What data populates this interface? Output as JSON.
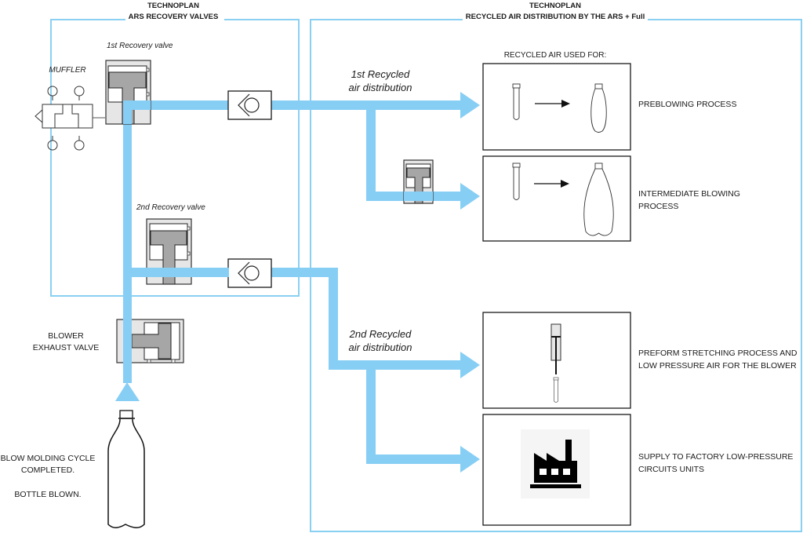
{
  "left_panel": {
    "header_line1": "TECHNOPLAN",
    "header_line2": "ARS RECOVERY VALVES",
    "valve1_label": "1st Recovery valve",
    "valve2_label": "2nd Recovery valve",
    "muffler_label": "MUFFLER"
  },
  "right_panel": {
    "header_line1": "TECHNOPLAN",
    "header_line2": "RECYCLED AIR DISTRIBUTION BY THE ARS + Full",
    "used_for_title": "RECYCLED AIR USED FOR:",
    "dist1_line1": "1st Recycled",
    "dist1_line2": "air distribution",
    "dist2_line1": "2nd Recycled",
    "dist2_line2": "air distribution",
    "uses": [
      {
        "line1": "PREBLOWING PROCESS",
        "line2": "",
        "icon": "preform-to-small-bottle"
      },
      {
        "line1": "INTERMEDIATE BLOWING",
        "line2": "PROCESS",
        "icon": "preform-to-large-bottle"
      },
      {
        "line1": "PREFORM STRETCHING PROCESS AND",
        "line2": "LOW PRESSURE AIR FOR THE BLOWER",
        "icon": "stretch-rod-cylinder"
      },
      {
        "line1": "SUPPLY TO FACTORY LOW-PRESSURE",
        "line2": "CIRCUITS UNITS",
        "icon": "factory"
      }
    ]
  },
  "blower": {
    "exhaust_line1": "BLOWER",
    "exhaust_line2": "EXHAUST VALVE",
    "cycle_line1": "BLOW MOLDING CYCLE",
    "cycle_line2": "COMPLETED.",
    "cycle_line3": "BOTTLE BLOWN."
  },
  "colors": {
    "pipe": "#87cef5",
    "frame": "#8ad0f2",
    "valve_body": "#e6e6e6",
    "piston": "#a6a6a6"
  }
}
